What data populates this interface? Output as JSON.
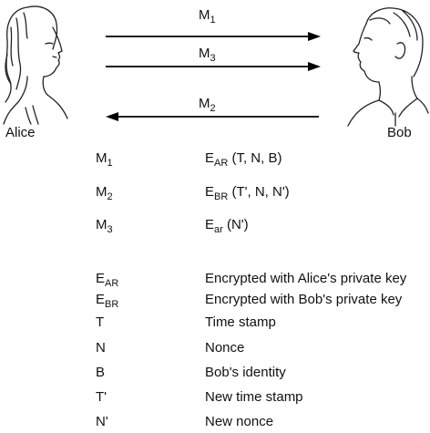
{
  "diagram": {
    "left_party": "Alice",
    "right_party": "Bob",
    "arrows": [
      {
        "base": "M",
        "sub": "1",
        "direction": "right"
      },
      {
        "base": "M",
        "sub": "3",
        "direction": "right"
      },
      {
        "base": "M",
        "sub": "2",
        "direction": "left"
      }
    ]
  },
  "messages": [
    {
      "base": "M",
      "sub": "1",
      "expr_base": "E",
      "expr_sub": "AR",
      "expr_args": " (T, N, B)"
    },
    {
      "base": "M",
      "sub": "2",
      "expr_base": "E",
      "expr_sub": "BR",
      "expr_args": " (T', N, N')"
    },
    {
      "base": "M",
      "sub": "3",
      "expr_base": "E",
      "expr_sub": "ar",
      "expr_args": " (N')"
    }
  ],
  "legend": [
    {
      "base": "E",
      "sub": "AR",
      "meaning": "Encrypted with Alice's private key"
    },
    {
      "base": "E",
      "sub": "BR",
      "meaning": "Encrypted with Bob's private key"
    },
    {
      "base": "T",
      "sub": "",
      "meaning": "Time stamp"
    },
    {
      "base": "N",
      "sub": "",
      "meaning": "Nonce"
    },
    {
      "base": "B",
      "sub": "",
      "meaning": "Bob's identity"
    },
    {
      "base": "T'",
      "sub": "",
      "meaning": "New time stamp"
    },
    {
      "base": "N'",
      "sub": "",
      "meaning": "New nonce"
    }
  ]
}
